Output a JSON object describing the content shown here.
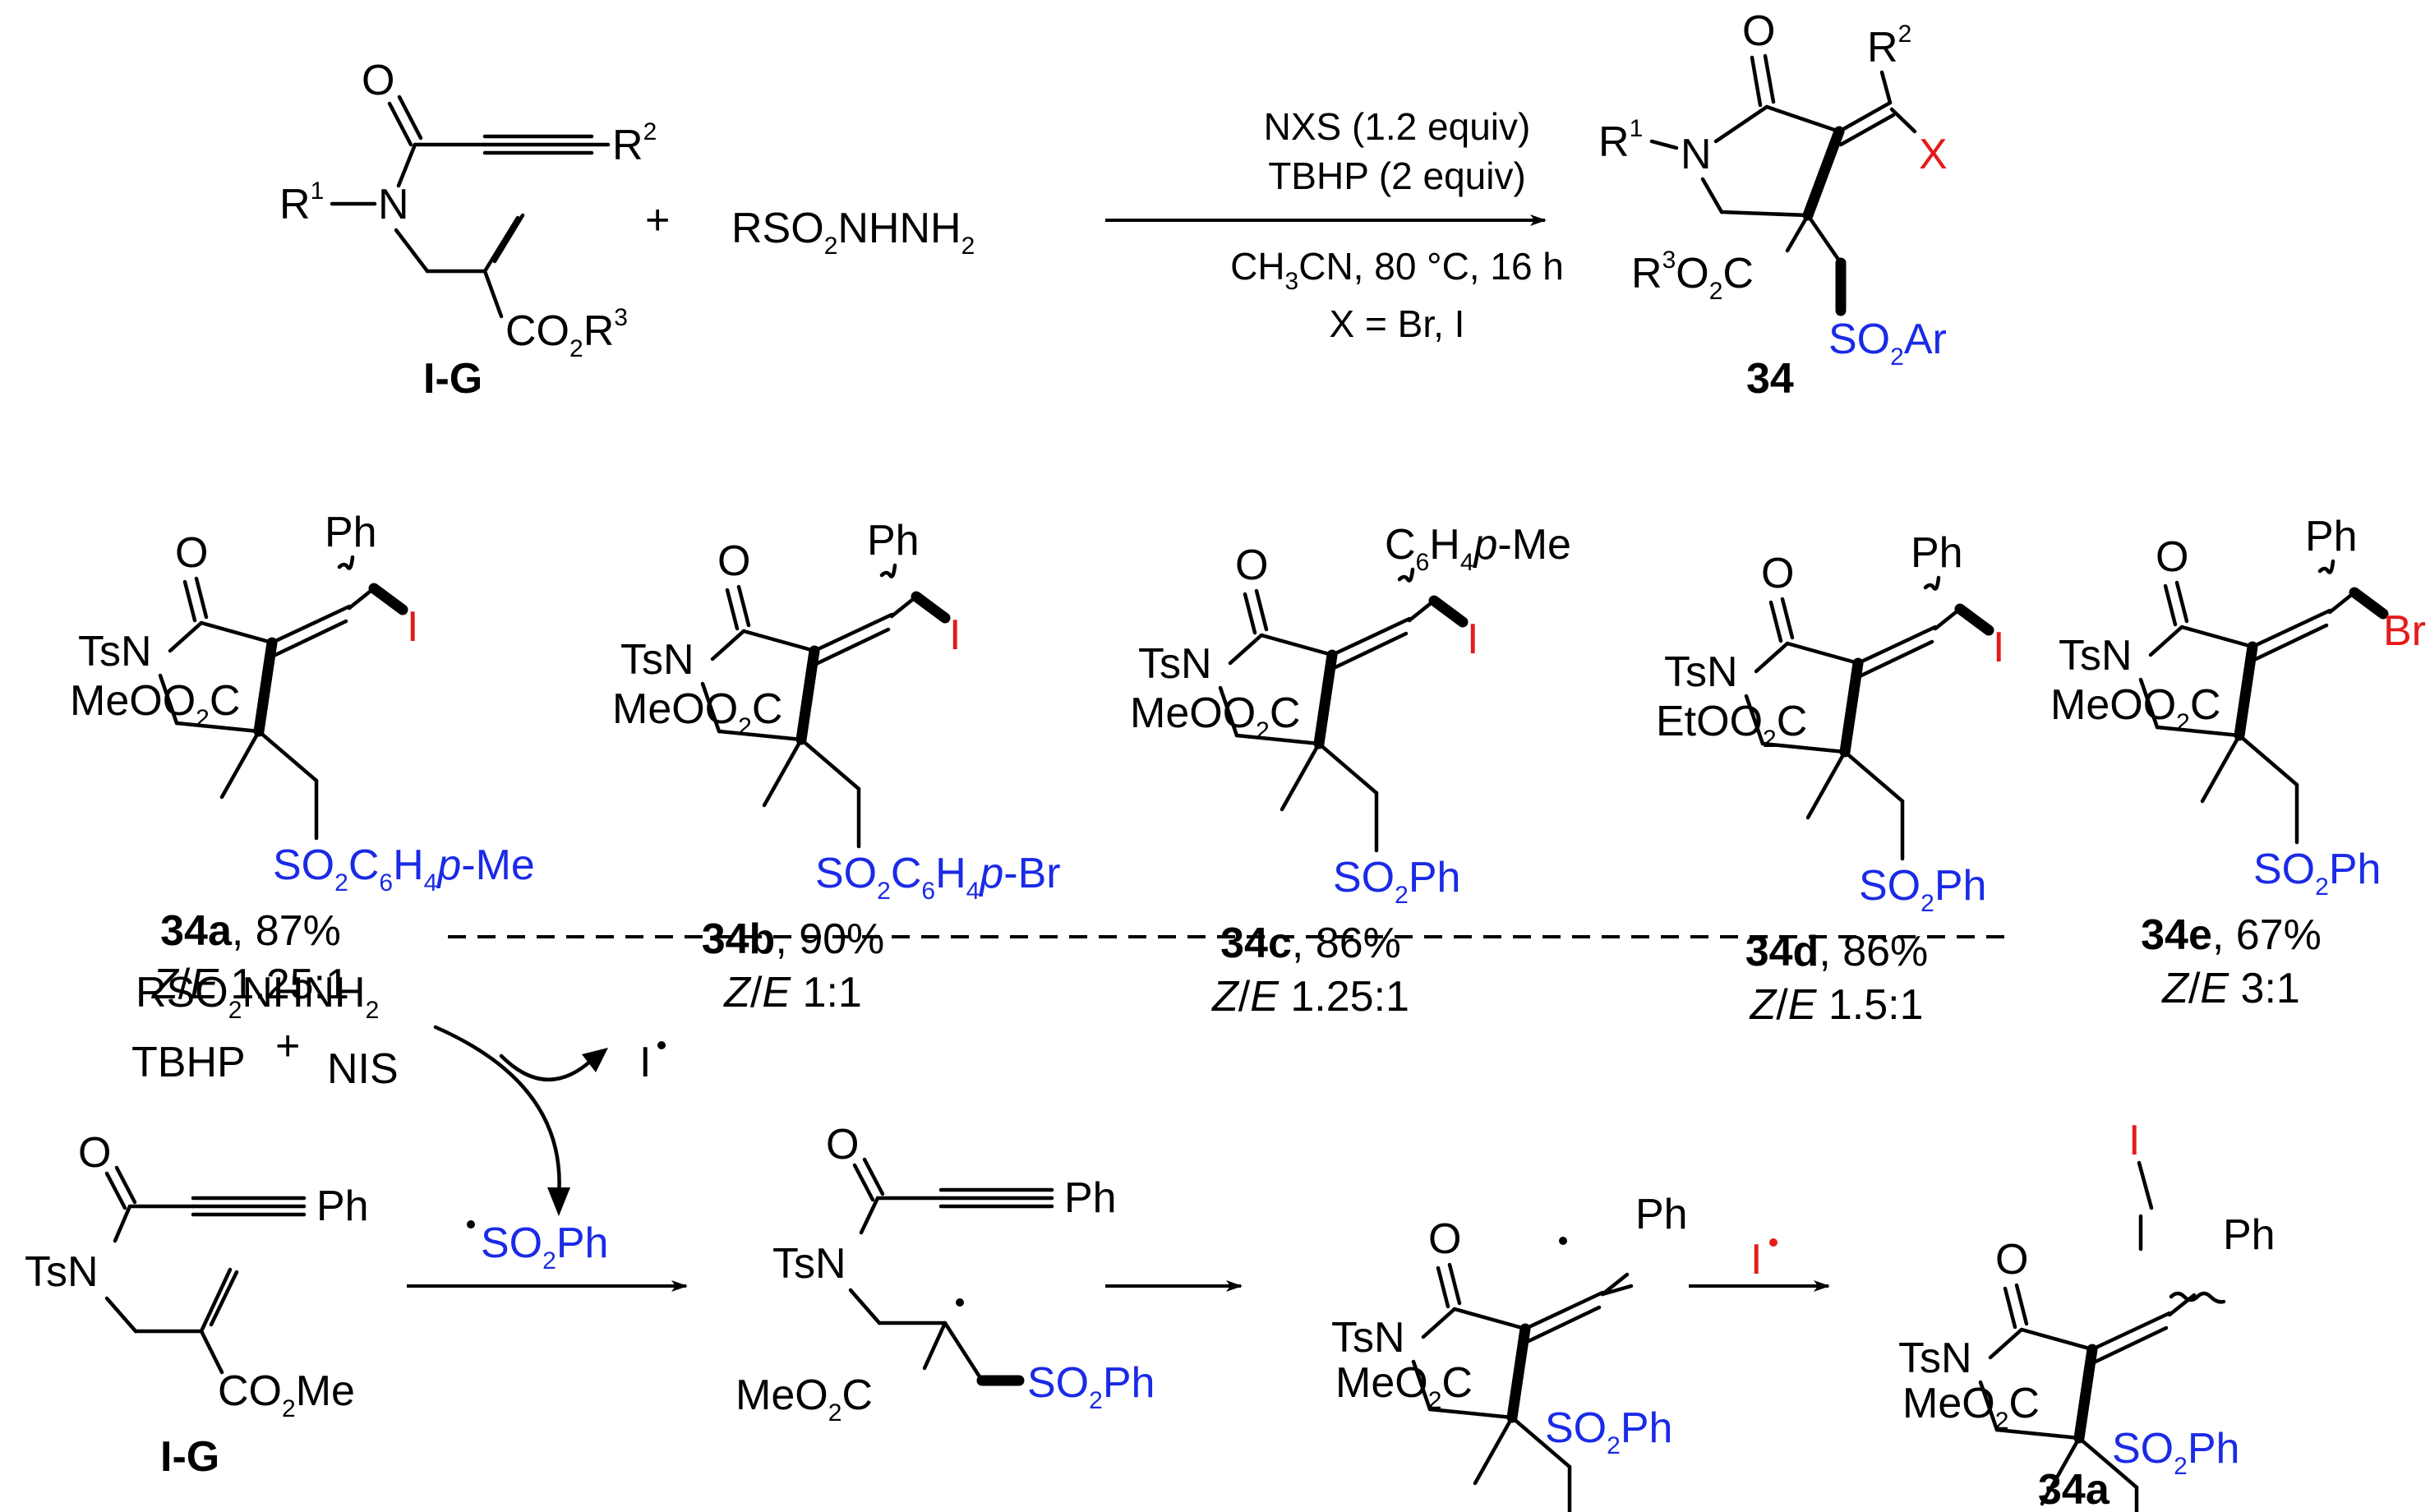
{
  "colors": {
    "ink": "#000000",
    "halogen": "#e31b1b",
    "sulfonyl": "#1a2ae6"
  },
  "top": {
    "reactant1_label": "I-G",
    "plus": "+",
    "reagent2": [
      "RSO",
      "2",
      "NHNH",
      "2"
    ],
    "conditions": {
      "line1": "NXS (1.2 equiv)",
      "line2": "TBHP (2 equiv)",
      "line3": [
        "CH",
        "3",
        "CN, 80 °C, 16 h"
      ],
      "line4": "X = Br, I"
    },
    "product_label": "34",
    "atoms": {
      "O": "O",
      "N": "N",
      "R1": "R",
      "R1_sup": "1",
      "R2": "R",
      "R2_sup": "2",
      "X": "X",
      "ester_r3": [
        "R",
        "3",
        "O",
        "2",
        "C"
      ],
      "co2r3": [
        "CO",
        "2",
        "R",
        "3"
      ],
      "so2ar": [
        "SO",
        "2",
        "Ar"
      ]
    }
  },
  "examples": [
    {
      "id": "34a",
      "yield": ", 87%",
      "ze": " 1.25:1",
      "substituent": "Ph",
      "halogen": "I",
      "ester": "MeO",
      "sulfonyl": [
        "SO",
        "2",
        "C",
        "6",
        "H",
        "4",
        "p",
        "-Me"
      ]
    },
    {
      "id": "34b",
      "yield": ", 90%",
      "ze": " 1:1",
      "substituent": "Ph",
      "halogen": "I",
      "ester": "MeO",
      "sulfonyl": [
        "SO",
        "2",
        "C",
        "6",
        "H",
        "4",
        "p",
        "-Br"
      ]
    },
    {
      "id": "34c",
      "yield": ", 86%",
      "ze": " 1.25:1",
      "substituent": [
        "C",
        "6",
        "H",
        "4",
        "p",
        "-Me"
      ],
      "halogen": "I",
      "ester": "MeO",
      "sulfonyl": [
        "SO",
        "2",
        "Ph"
      ]
    },
    {
      "id": "34d",
      "yield": ", 86%",
      "ze": " 1.5:1",
      "substituent": "Ph",
      "halogen": "I",
      "ester": "EtO",
      "sulfonyl": [
        "SO",
        "2",
        "Ph"
      ]
    },
    {
      "id": "34e",
      "yield": ", 67%",
      "ze": " 3:1",
      "substituent": "Ph",
      "halogen": "Br",
      "ester": "MeO",
      "sulfonyl": [
        "SO",
        "2",
        "Ph"
      ]
    }
  ],
  "ze_label": {
    "z": "Z",
    "slash": "/",
    "e": "E"
  },
  "common": {
    "TsN": "TsN",
    "O": "O",
    "ester_tail": [
      "O",
      "2",
      "C"
    ]
  },
  "mechanism": {
    "reagents": {
      "hydrazide": [
        "RSO",
        "2",
        "NHNH",
        "2"
      ],
      "tbhp": "TBHP",
      "plus": "+",
      "nis": "NIS"
    },
    "iodine_radical": "I",
    "sulfonyl_radical": [
      "SO",
      "2",
      "Ph"
    ],
    "substrate": {
      "Ph": "Ph",
      "CO2Me": [
        "CO",
        "2",
        "Me"
      ],
      "label": "I-G"
    },
    "intermediate1": {
      "Ph": "Ph",
      "ester": [
        "MeO",
        "2",
        "C"
      ],
      "sulfonyl": [
        "SO",
        "2",
        "Ph"
      ]
    },
    "intermediate2": {
      "Ph": "Ph",
      "ester": [
        "MeO",
        "2",
        "C"
      ],
      "sulfonyl": [
        "SO",
        "2",
        "Ph"
      ]
    },
    "arrow_reagent": "I",
    "product": {
      "I": "I",
      "Ph": "Ph",
      "ester": [
        "MeO",
        "2",
        "C"
      ],
      "sulfonyl": [
        "SO",
        "2",
        "Ph"
      ],
      "label": "34a"
    }
  }
}
